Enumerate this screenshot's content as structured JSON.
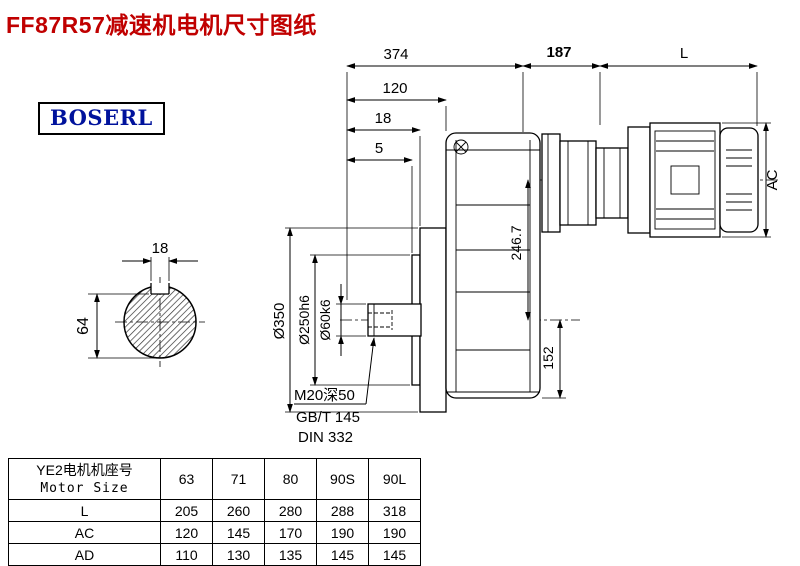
{
  "page": {
    "title": "FF87R57减速机电机尺寸图纸",
    "logo": "BOSERL"
  },
  "drawing": {
    "dim_374": "374",
    "dim_187": "187",
    "dim_L": "L",
    "dim_120": "120",
    "dim_18": "18",
    "dim_5": "5",
    "dia_350": "Ø350",
    "dia_250": "Ø250h6",
    "dia_60": "Ø60k6",
    "dim_246_7": "246.7",
    "dim_152": "152",
    "dim_AC": "AC",
    "shaft_keyway_width": "18",
    "shaft_height": "64",
    "note_m20": "M20深50",
    "note_gbt": "GB/T 145",
    "note_din": "DIN 332"
  },
  "table": {
    "header": {
      "title_cn": "YE2电机机座号",
      "title_en": "Motor Size",
      "sizes": [
        "63",
        "71",
        "80",
        "90S",
        "90L"
      ]
    },
    "rows": [
      {
        "label": "L",
        "values": [
          "205",
          "260",
          "280",
          "288",
          "318"
        ]
      },
      {
        "label": "AC",
        "values": [
          "120",
          "145",
          "170",
          "190",
          "190"
        ]
      },
      {
        "label": "AD",
        "values": [
          "110",
          "130",
          "135",
          "145",
          "145"
        ]
      }
    ]
  },
  "colors": {
    "title": "#c00000",
    "logo": "#00129c",
    "line": "#000000",
    "background": "#ffffff"
  }
}
